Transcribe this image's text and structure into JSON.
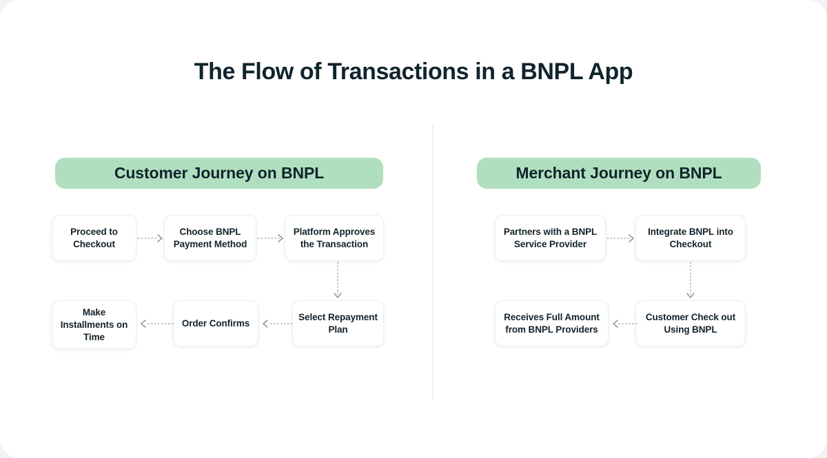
{
  "page": {
    "title": "The Flow of Transactions in a BNPL App",
    "background_color": "#f2f3f4",
    "card_color": "#ffffff",
    "title_color": "#10242c",
    "banner_color": "#b0dfc0",
    "connector_color": "#9aa1a6"
  },
  "customer": {
    "banner_label": "Customer Journey on BNPL",
    "steps": [
      {
        "id": 1,
        "label": "Proceed to Checkout"
      },
      {
        "id": 2,
        "label": "Choose BNPL Payment Method"
      },
      {
        "id": 3,
        "label": "Platform Approves the Transaction"
      },
      {
        "id": 4,
        "label": "Select Repayment Plan"
      },
      {
        "id": 5,
        "label": "Order Confirms"
      },
      {
        "id": 6,
        "label": "Make Installments on Time"
      }
    ]
  },
  "merchant": {
    "banner_label": "Merchant Journey on BNPL",
    "steps": [
      {
        "id": 1,
        "label": "Partners with a BNPL Service Provider"
      },
      {
        "id": 2,
        "label": "Integrate BNPL into Checkout"
      },
      {
        "id": 3,
        "label": "Customer Check out Using BNPL"
      },
      {
        "id": 4,
        "label": "Receives Full Amount from BNPL Providers"
      }
    ]
  }
}
